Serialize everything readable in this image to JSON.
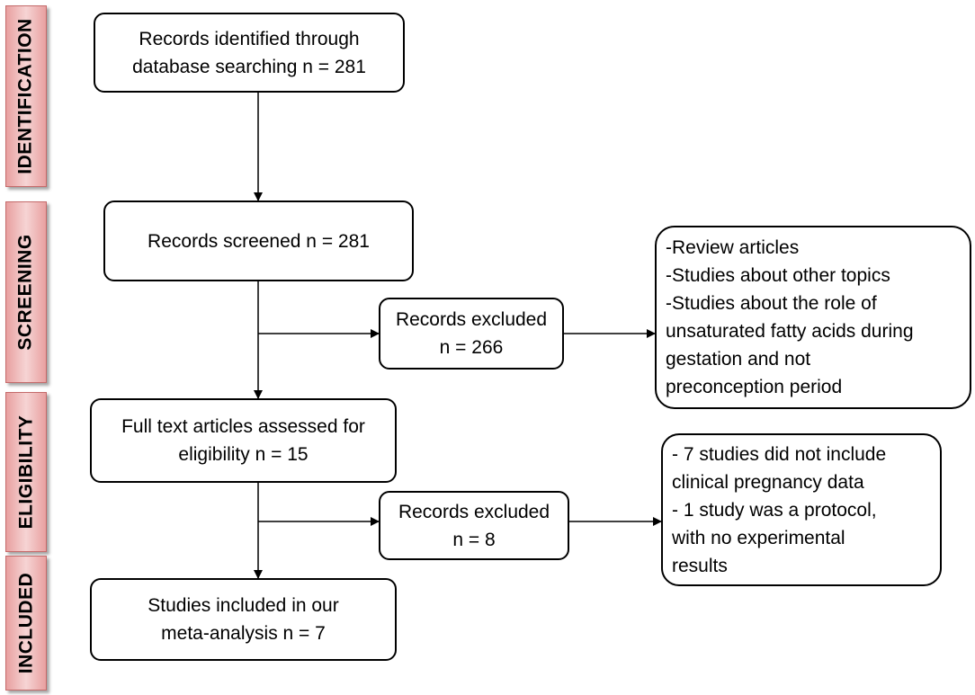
{
  "stages": [
    "IDENTIFICATION",
    "SCREENING",
    "ELIGIBILITY",
    "INCLUDED"
  ],
  "boxes": {
    "identified": [
      "Records identified through",
      "database searching n = 281"
    ],
    "screened": [
      "Records screened n = 281"
    ],
    "excluded_screening": [
      "Records excluded",
      "n = 266"
    ],
    "reasons_screening": [
      "-Review articles",
      "-Studies about other topics",
      "-Studies about the role of",
      "unsaturated fatty acids during",
      "gestation and not",
      "preconception period"
    ],
    "eligibility": [
      "Full text articles assessed for",
      "eligibility n = 15"
    ],
    "excluded_eligibility": [
      "Records excluded",
      "n = 8"
    ],
    "reasons_eligibility": [
      "- 7 studies did not include",
      "clinical pregnancy data",
      "- 1 study was a protocol,",
      "with no experimental",
      "results"
    ],
    "included": [
      "Studies included in our",
      "meta-analysis n = 7"
    ]
  }
}
